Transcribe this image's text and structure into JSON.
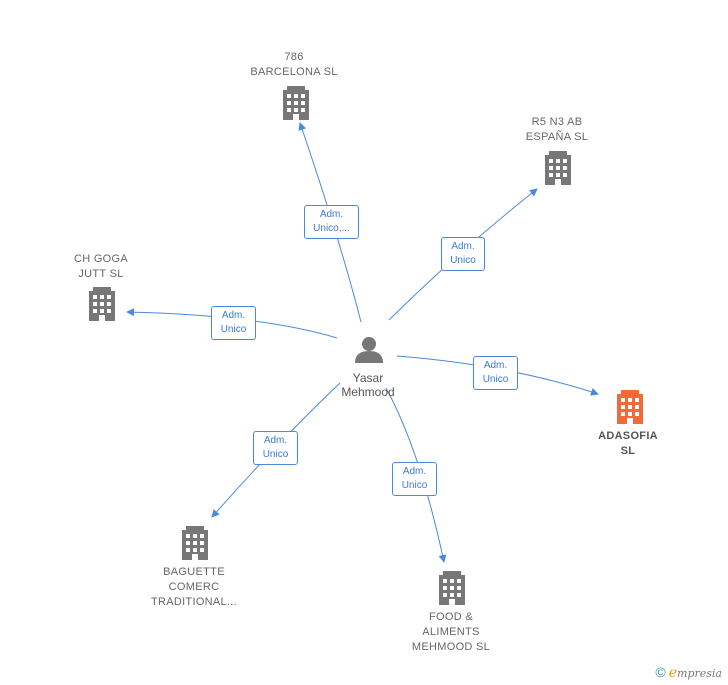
{
  "center": {
    "name": "Yasar\nMehmood"
  },
  "companies": [
    {
      "id": "c786",
      "label": "786\nBARCELONA SL",
      "focus": false
    },
    {
      "id": "r5n3",
      "label": "R5 N3 AB\nESPAÑA  SL",
      "focus": false
    },
    {
      "id": "chgoga",
      "label": "CH GOGA\nJUTT  SL",
      "focus": false
    },
    {
      "id": "adasofia",
      "label": "ADASOFIA\nSL",
      "focus": true
    },
    {
      "id": "baguette",
      "label": "BAGUETTE\nCOMERC\nTRADITIONAL...",
      "focus": false
    },
    {
      "id": "food",
      "label": "FOOD &\nALIMENTS\nMEHMOOD  SL",
      "focus": false
    }
  ],
  "edges": [
    {
      "to": "c786",
      "label": "Adm.\nUnico,..."
    },
    {
      "to": "r5n3",
      "label": "Adm.\nUnico"
    },
    {
      "to": "chgoga",
      "label": "Adm.\nUnico"
    },
    {
      "to": "adasofia",
      "label": "Adm.\nUnico"
    },
    {
      "to": "baguette",
      "label": "Adm.\nUnico"
    },
    {
      "to": "food",
      "label": "Adm.\nUnico"
    }
  ],
  "colors": {
    "edge": "#4a8ad8",
    "building": "#777777",
    "focus_building": "#f26a3a"
  },
  "footer": {
    "copyright": "©",
    "brand_e": "e",
    "brand_rest": "mpresia"
  }
}
